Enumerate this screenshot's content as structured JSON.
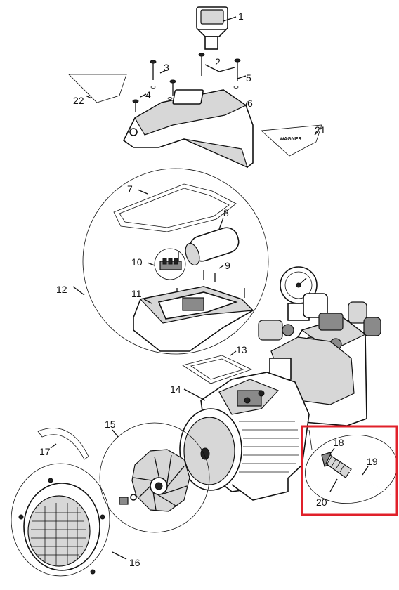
{
  "diagram": {
    "logo_text": "WAGNER",
    "highlight_color": "#e0202a",
    "callouts": [
      {
        "id": "1",
        "label": "1"
      },
      {
        "id": "2",
        "label": "2"
      },
      {
        "id": "3",
        "label": "3"
      },
      {
        "id": "4",
        "label": "4"
      },
      {
        "id": "5",
        "label": "5"
      },
      {
        "id": "6",
        "label": "6"
      },
      {
        "id": "7",
        "label": "7"
      },
      {
        "id": "8",
        "label": "8"
      },
      {
        "id": "9",
        "label": "9"
      },
      {
        "id": "10",
        "label": "10"
      },
      {
        "id": "11",
        "label": "11"
      },
      {
        "id": "12",
        "label": "12"
      },
      {
        "id": "13",
        "label": "13"
      },
      {
        "id": "14",
        "label": "14"
      },
      {
        "id": "15",
        "label": "15"
      },
      {
        "id": "16",
        "label": "16"
      },
      {
        "id": "17",
        "label": "17"
      },
      {
        "id": "18",
        "label": "18"
      },
      {
        "id": "19",
        "label": "19"
      },
      {
        "id": "20",
        "label": "20"
      },
      {
        "id": "21",
        "label": "21"
      },
      {
        "id": "22",
        "label": "22"
      }
    ]
  }
}
